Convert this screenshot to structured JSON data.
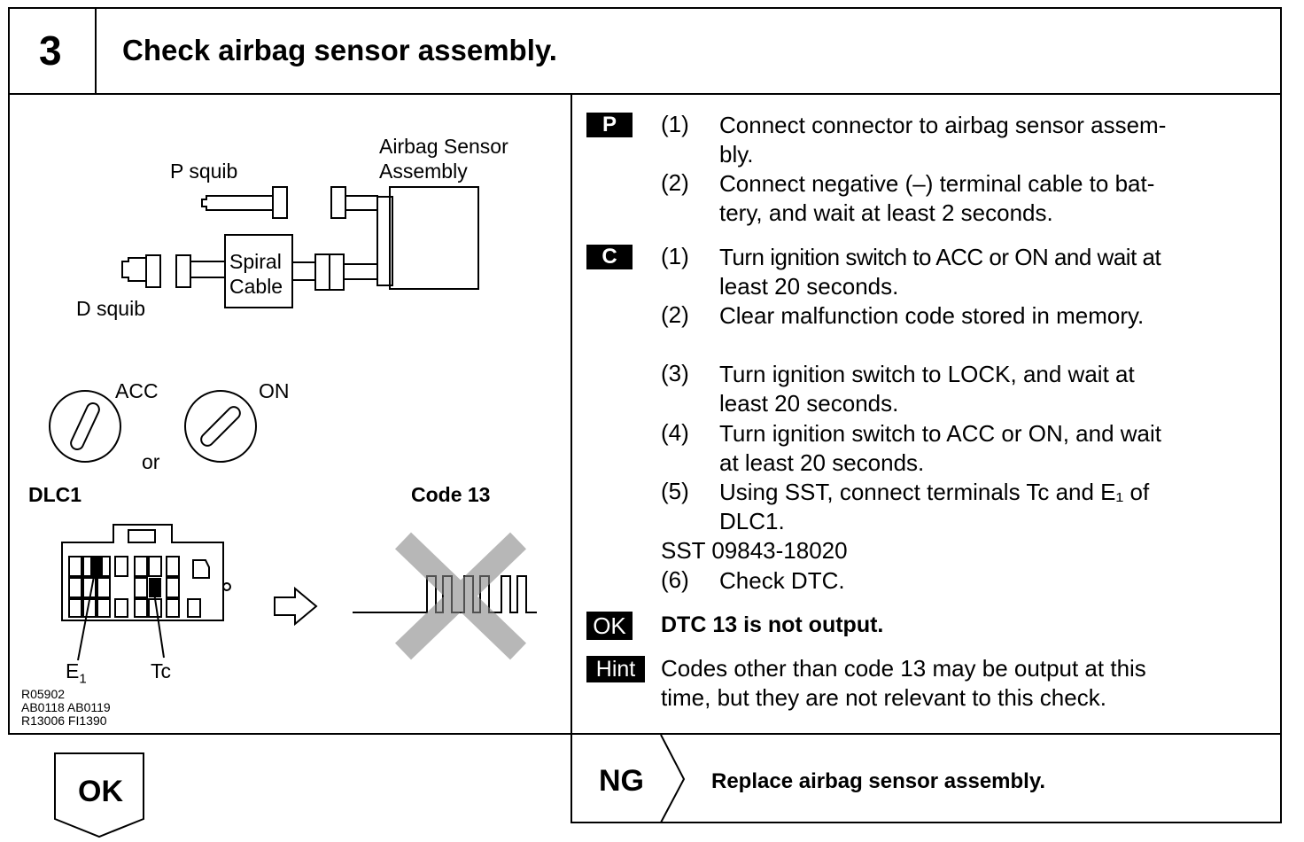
{
  "header": {
    "step_number": "3",
    "title": "Check airbag sensor assembly."
  },
  "diagram": {
    "airbag_sensor_label_1": "Airbag Sensor",
    "airbag_sensor_label_2": "Assembly",
    "p_squib": "P squib",
    "d_squib": "D squib",
    "spiral_1": "Spiral",
    "spiral_2": "Cable",
    "acc": "ACC",
    "on": "ON",
    "or": "or",
    "dlc": "DLC1",
    "code": "Code 13",
    "e1": "E",
    "e1_sub": "1",
    "tc": "Tc",
    "ref_1": "R05902",
    "ref_2": "AB0118 AB0119",
    "ref_3": "R13006 FI1390"
  },
  "instructions": {
    "p_badge": "P",
    "p_steps": [
      {
        "num": "(1)",
        "line1": "Connect connector to airbag sensor assem-",
        "line2": "bly."
      },
      {
        "num": "(2)",
        "line1": "Connect negative (–) terminal cable to bat-",
        "line2": "tery, and wait at least 2 seconds."
      }
    ],
    "c_badge": "C",
    "c_steps": [
      {
        "num": "(1)",
        "line1": "Turn ignition switch to ACC or ON and wait at",
        "line2": "least 20 seconds."
      },
      {
        "num": "(2)",
        "line1": "Clear malfunction code stored in memory.",
        "line2": ""
      },
      {
        "num": "(3)",
        "line1": "Turn ignition switch to LOCK, and wait at",
        "line2": "least 20 seconds."
      },
      {
        "num": "(4)",
        "line1": "Turn ignition switch to ACC or ON, and wait",
        "line2": "at least 20 seconds."
      },
      {
        "num": "(5)",
        "line1": "Using SST, connect terminals Tc and E₁ of",
        "line2": "DLC1."
      }
    ],
    "sst": "SST 09843-18020",
    "step6_num": "(6)",
    "step6": "Check DTC.",
    "ok_badge": "OK",
    "ok_text": "DTC 13 is not output.",
    "hint_badge": "Hint",
    "hint_line1": "Codes other than code 13 may be output at this",
    "hint_line2": "time, but they are not relevant to this check."
  },
  "footer": {
    "ok": "OK",
    "ng": "NG",
    "ng_text": "Replace airbag sensor assembly."
  }
}
